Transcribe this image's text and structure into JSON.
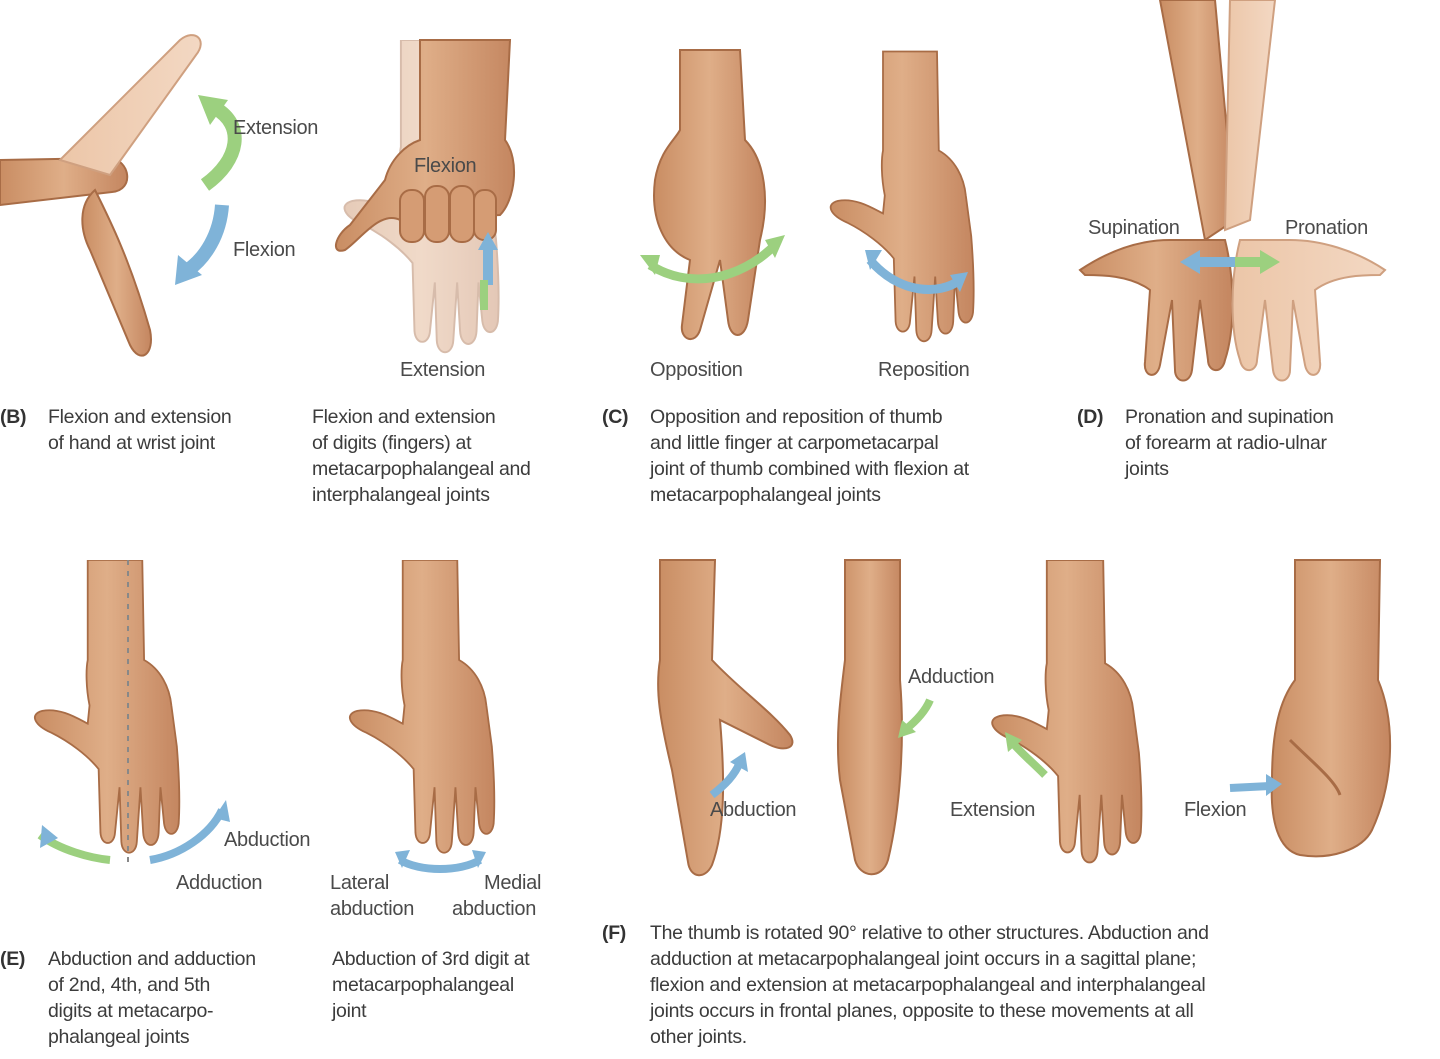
{
  "colors": {
    "skin": "#d9a27a",
    "skin_dark": "#b77b55",
    "skin_light": "#efcdb2",
    "arrow_green": "#9cd07f",
    "arrow_blue": "#7fb3d8"
  },
  "labels": {
    "b_extension": "Extension",
    "b_flexion": "Flexion",
    "digit_flexion": "Flexion",
    "digit_extension": "Extension",
    "opposition": "Opposition",
    "reposition": "Reposition",
    "supination": "Supination",
    "pronation": "Pronation",
    "e_abduction": "Abduction",
    "e_adduction": "Adduction",
    "lateral_abduction_1": "Lateral",
    "lateral_abduction_2": "abduction",
    "medial_abduction_1": "Medial",
    "medial_abduction_2": "abduction",
    "f_abduction": "Abduction",
    "f_adduction": "Adduction",
    "f_extension": "Extension",
    "f_flexion": "Flexion"
  },
  "captions": {
    "b": {
      "tag": "(B)",
      "lines": [
        "Flexion and extension",
        "of hand at wrist joint"
      ]
    },
    "digits": {
      "lines": [
        "Flexion and extension",
        "of digits (fingers) at",
        "metacarpophalangeal and",
        "interphalangeal joints"
      ]
    },
    "c": {
      "tag": "(C)",
      "lines": [
        "Opposition and reposition of thumb",
        "and little finger at carpometacarpal",
        "joint of thumb combined with flexion at",
        "metacarpophalangeal joints"
      ]
    },
    "d": {
      "tag": "(D)",
      "lines": [
        "Pronation and supination",
        "of forearm at radio-ulnar",
        "joints"
      ]
    },
    "e": {
      "tag": "(E)",
      "lines": [
        "Abduction and adduction",
        "of 2nd, 4th, and 5th",
        "digits at metacarpo-",
        "phalangeal joints"
      ]
    },
    "third_digit": {
      "lines": [
        "Abduction of 3rd digit at",
        "metacarpophalangeal",
        "joint"
      ]
    },
    "f": {
      "tag": "(F)",
      "lines": [
        "The thumb is rotated 90° relative to other structures. Abduction and",
        "adduction at metacarpophalangeal joint occurs in a sagittal plane;",
        "flexion and extension at metacarpophalangeal and interphalangeal",
        "joints occurs in frontal planes, opposite to these movements at all",
        "other joints."
      ]
    }
  }
}
